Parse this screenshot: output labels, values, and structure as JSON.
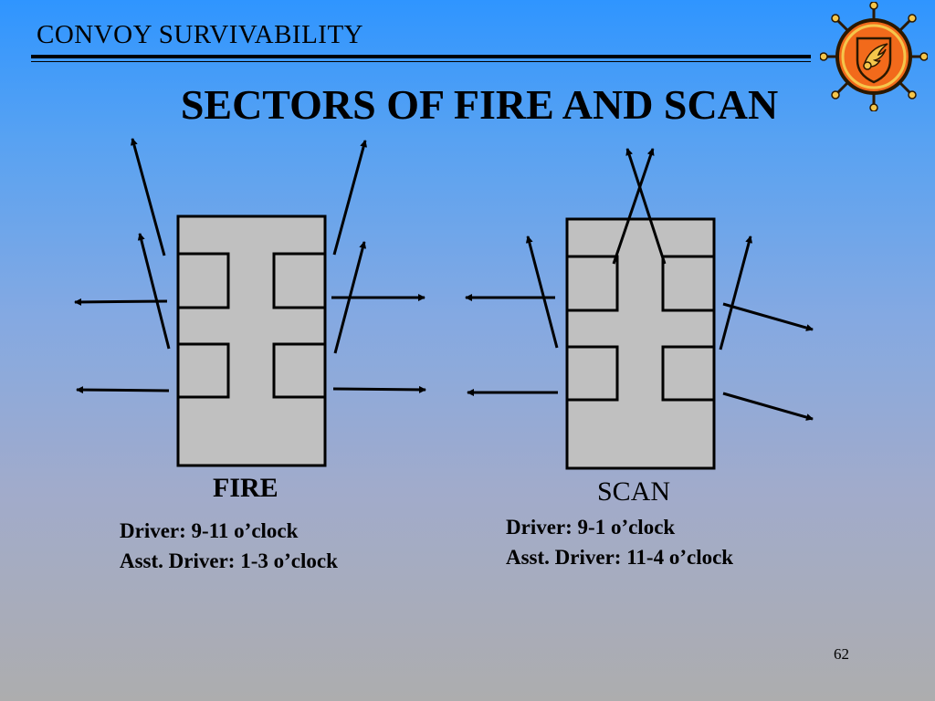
{
  "header": {
    "title": "CONVOY SURVIVABILITY"
  },
  "slide": {
    "title": "SECTORS OF FIRE AND SCAN",
    "page_number": "62"
  },
  "fire": {
    "label": "FIRE",
    "driver": "Driver: 9-11 o’clock",
    "asst_driver": "Asst. Driver: 1-3 o’clock"
  },
  "scan": {
    "label": "SCAN",
    "driver": "Driver: 9-1 o’clock",
    "asst_driver": "Asst. Driver: 11-4 o’clock"
  },
  "colors": {
    "vehicle_fill": "#c0c0c0",
    "emblem_orange": "#f26a1b",
    "emblem_gold": "#f5c64b"
  },
  "icons": {
    "logo": "transportation-corps-emblem"
  }
}
